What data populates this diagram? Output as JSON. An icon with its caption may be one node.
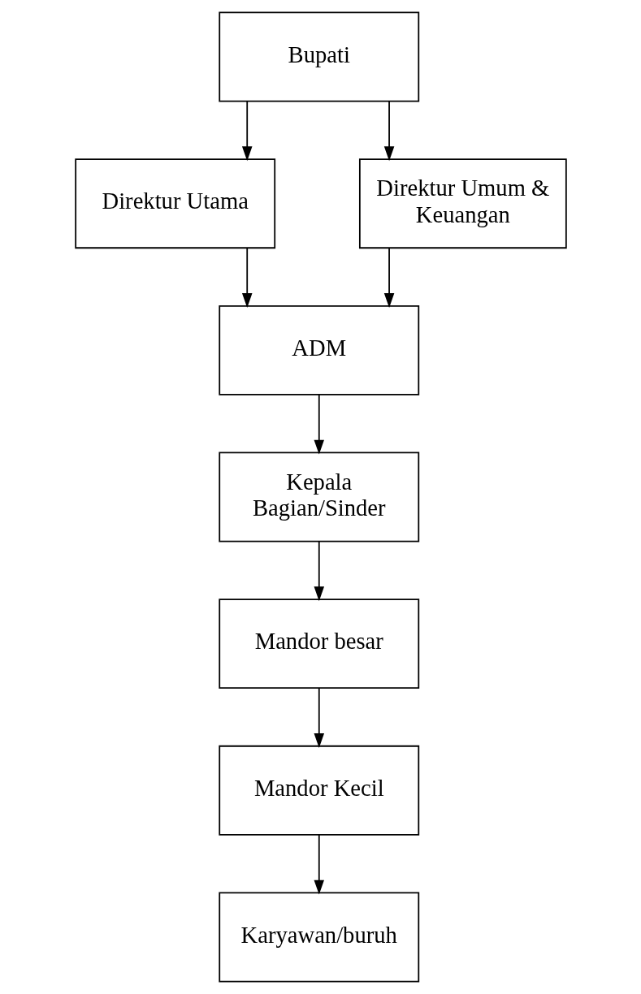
{
  "diagram": {
    "nodes": [
      {
        "text": [
          "Bupati"
        ]
      },
      {
        "text": [
          "Direktur Utama"
        ]
      },
      {
        "text": [
          "Direktur Umum & Keuangan"
        ]
      },
      {
        "text": [
          "ADM"
        ]
      },
      {
        "text": [
          "Kepala Bagian/Sinder"
        ]
      },
      {
        "text": [
          "Mandor besar"
        ]
      },
      {
        "text": [
          "Mandor Kecil"
        ]
      },
      {
        "text": [
          "Karyawan/buruh"
        ]
      }
    ],
    "edges": [
      {
        "from": 0,
        "to": 1,
        "arrow": "to"
      },
      {
        "from": 0,
        "to": 2,
        "arrow": "to"
      },
      {
        "from": 1,
        "to": 3,
        "arrow": "to"
      },
      {
        "from": 2,
        "to": 3,
        "arrow": "to"
      },
      {
        "from": 3,
        "to": 4,
        "arrow": "to"
      },
      {
        "from": 4,
        "to": 5,
        "arrow": "to"
      },
      {
        "from": 5,
        "to": 6,
        "arrow": "to"
      },
      {
        "from": 6,
        "to": 7,
        "arrow": "to"
      }
    ]
  }
}
